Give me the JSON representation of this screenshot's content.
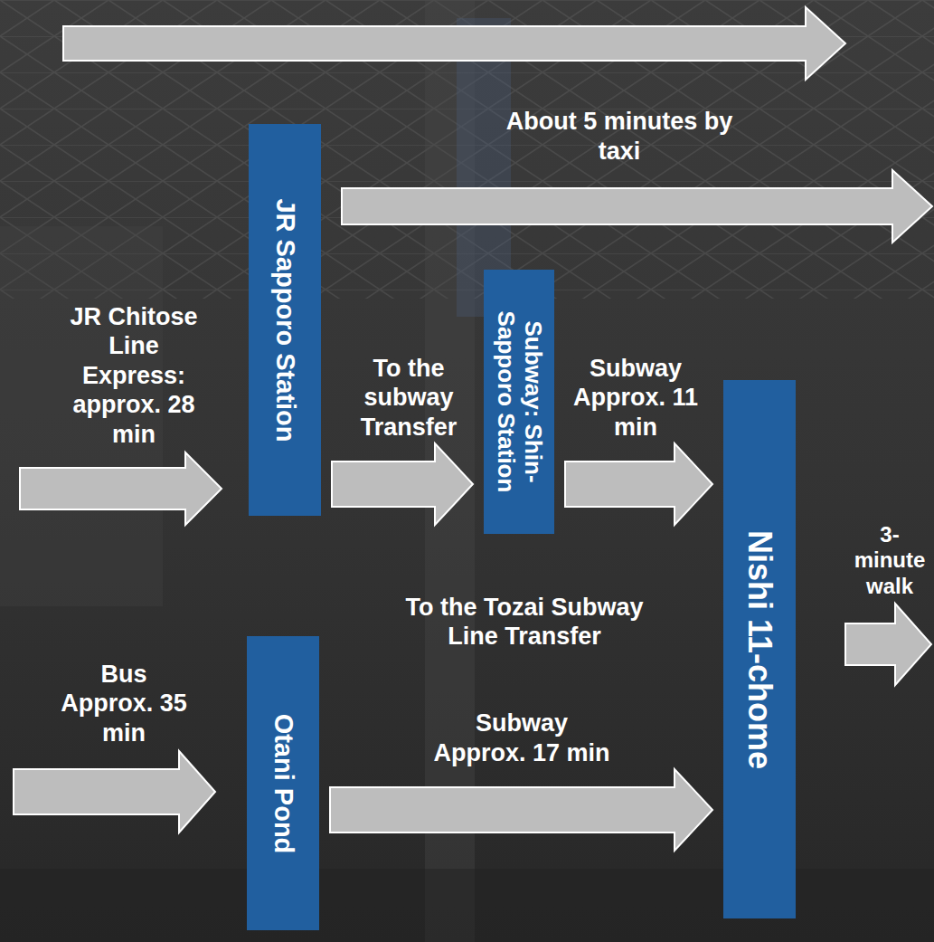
{
  "diagram": {
    "nodes": [
      {
        "text": [
          "JR Sapporo Station"
        ]
      },
      {
        "text": [
          "Subway: Shin- Sapporo Station"
        ]
      },
      {
        "text": [
          "Nishi 11-chome"
        ]
      },
      {
        "text": [
          "Otani Pond"
        ]
      }
    ],
    "edges": [
      {
        "from": 0,
        "to": 1,
        "arrow": "to",
        "label": "To the subway Transfer"
      },
      {
        "from": 1,
        "to": 2,
        "arrow": "to",
        "label": "Subway Approx. 11 min"
      },
      {
        "from": 3,
        "to": 2,
        "arrow": "to",
        "label": "Subway Approx. 17 min"
      }
    ],
    "labels": [
      "About 5 minutes by taxi",
      "JR Chitose Line Express: approx. 28 min",
      "3- minute walk",
      "Bus Approx. 35 min",
      "To the Tozai Subway Line Transfer"
    ]
  }
}
